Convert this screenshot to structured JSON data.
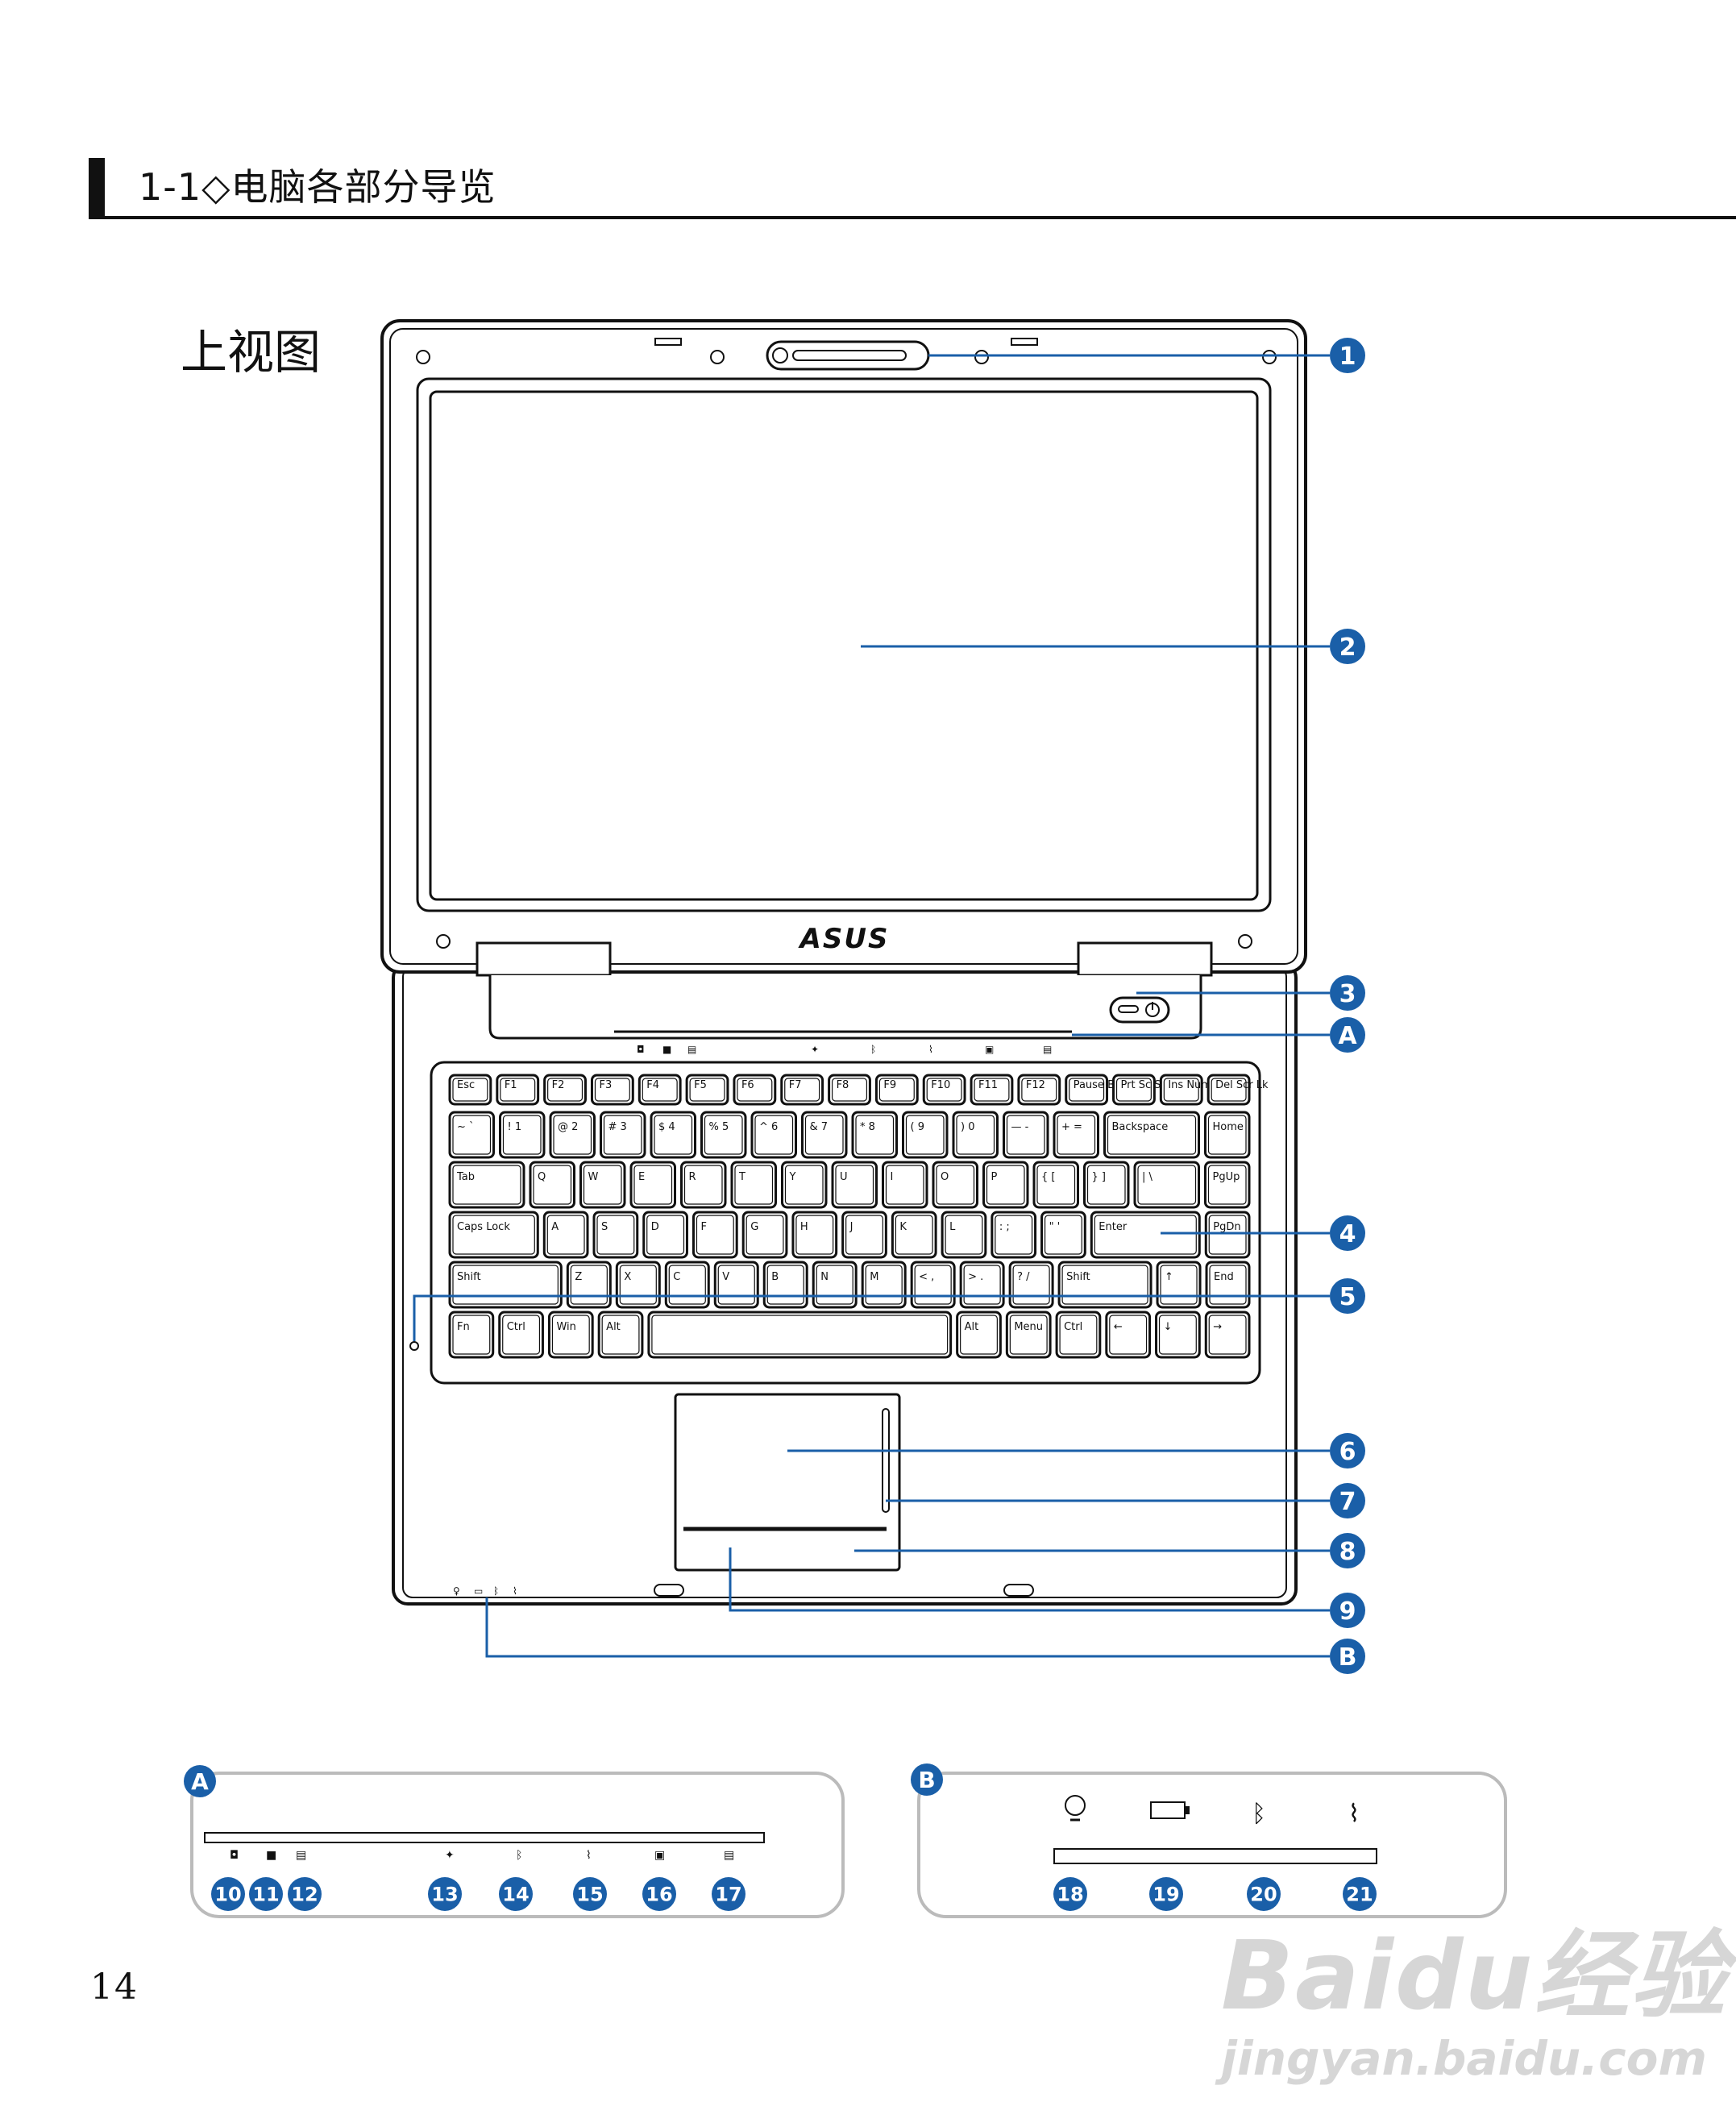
{
  "header": {
    "title": "1-1◇电脑各部分导览"
  },
  "view_title": "上视图",
  "logo_text": "ASUS",
  "page_number": "14",
  "watermark": {
    "main": "Baidu经验",
    "sub": "jingyan.baidu.com"
  },
  "callouts_main": [
    "1",
    "2",
    "3",
    "A",
    "4",
    "5",
    "6",
    "7",
    "8",
    "9",
    "B"
  ],
  "panel_a": {
    "badge": "A",
    "numbers": [
      "10",
      "11",
      "12",
      "13",
      "14",
      "15",
      "16",
      "17"
    ]
  },
  "panel_b": {
    "badge": "B",
    "numbers": [
      "18",
      "19",
      "20",
      "21"
    ],
    "icons": [
      "bulb-icon",
      "battery-icon",
      "bluetooth-icon",
      "wireless-icon"
    ]
  },
  "keyboard": {
    "rows": [
      [
        "Esc",
        "F1",
        "F2",
        "F3",
        "F4",
        "F5",
        "F6",
        "F7",
        "F8",
        "F9",
        "F10",
        "F11",
        "F12",
        "Pause Break",
        "Prt Sc Sys Rq",
        "Ins Num Lk",
        "Del Scr Lk"
      ],
      [
        "~ `",
        "! 1",
        "@ 2",
        "# 3",
        "$ 4",
        "% 5",
        "^ 6",
        "& 7",
        "* 8",
        "( 9",
        ") 0",
        "— -",
        "+ =",
        "Backspace",
        "Home"
      ],
      [
        "Tab",
        "Q",
        "W",
        "E",
        "R",
        "T",
        "Y",
        "U",
        "I",
        "O",
        "P",
        "{ [",
        "} ]",
        "| \\",
        "PgUp"
      ],
      [
        "Caps Lock",
        "A",
        "S",
        "D",
        "F",
        "G",
        "H",
        "J",
        "K",
        "L",
        ": ;",
        "\" '",
        "Enter",
        "PgDn"
      ],
      [
        "Shift",
        "Z",
        "X",
        "C",
        "V",
        "B",
        "N",
        "M",
        "< ,",
        "> .",
        "? /",
        "Shift",
        "↑",
        "End"
      ],
      [
        "Fn",
        "Ctrl",
        "Win",
        "Alt",
        "",
        "Alt",
        "Menu",
        "Ctrl",
        "←",
        "↓",
        "→"
      ]
    ]
  }
}
